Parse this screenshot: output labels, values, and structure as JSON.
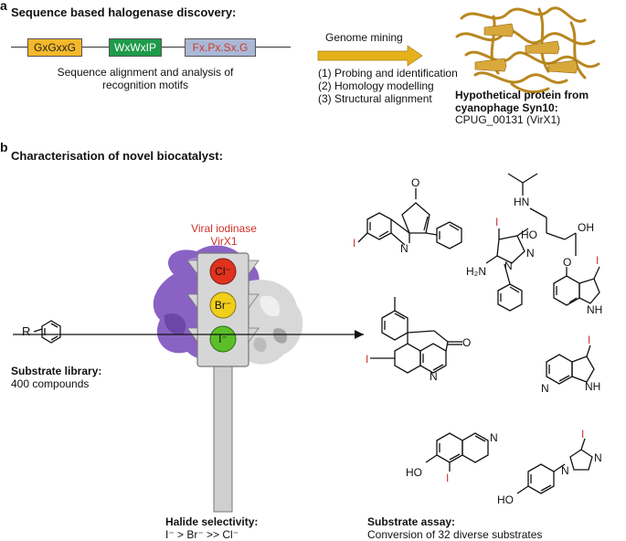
{
  "panel_a": {
    "letter": "a",
    "title": "Sequence based halogenase discovery:",
    "motifs": [
      {
        "label": "GxGxxG",
        "color": "#f5b82a",
        "text_color": "#222"
      },
      {
        "label": "WxWxIP",
        "color": "#1f9a4a",
        "text_color": "#fff"
      },
      {
        "label": "Fx.Px.Sx.G",
        "color": "#a9b8d6",
        "text_color": "#d23a2a"
      }
    ],
    "motif_caption_1": "Sequence alignment and analysis of",
    "motif_caption_2": "recognition motifs",
    "arrow_label": "Genome mining",
    "steps": [
      "(1) Probing and identification",
      "(2) Homology modelling",
      "(3) Structural alignment"
    ],
    "protein_title_1": "Hypothetical protein from",
    "protein_title_2": "cyanophage Syn10:",
    "protein_id": "CPUG_00131 (VirX1)"
  },
  "panel_b": {
    "letter": "b",
    "title": "Characterisation of novel biocatalyst:",
    "enzyme_label_1": "Viral iodinase",
    "enzyme_label_2": "VirX1",
    "halides": [
      {
        "label": "Cl⁻",
        "color": "#e0321e"
      },
      {
        "label": "Br⁻",
        "color": "#f2cf1a"
      },
      {
        "label": "I⁻",
        "color": "#5cbf2a"
      }
    ],
    "substrate_lib_title": "Substrate library:",
    "substrate_lib_count": "400 compounds",
    "halide_title": "Halide selectivity:",
    "halide_order": "I⁻ > Br⁻ >> Cl⁻",
    "assay_title": "Substrate assay:",
    "assay_text": "Conversion of 32 diverse substrates",
    "atoms": {
      "O": "O",
      "N": "N",
      "I": "I",
      "HN": "HN",
      "HO": "HO",
      "OH": "OH",
      "NH": "NH",
      "H2N": "H₂N",
      "R": "R"
    }
  },
  "colors": {
    "iodine": "#d0302a",
    "enzyme_purple": "#8a62c4",
    "enzyme_grey": "#d8d8d8",
    "arrow_gold": "#e5b21c",
    "protein_gold": "#b8871e"
  }
}
